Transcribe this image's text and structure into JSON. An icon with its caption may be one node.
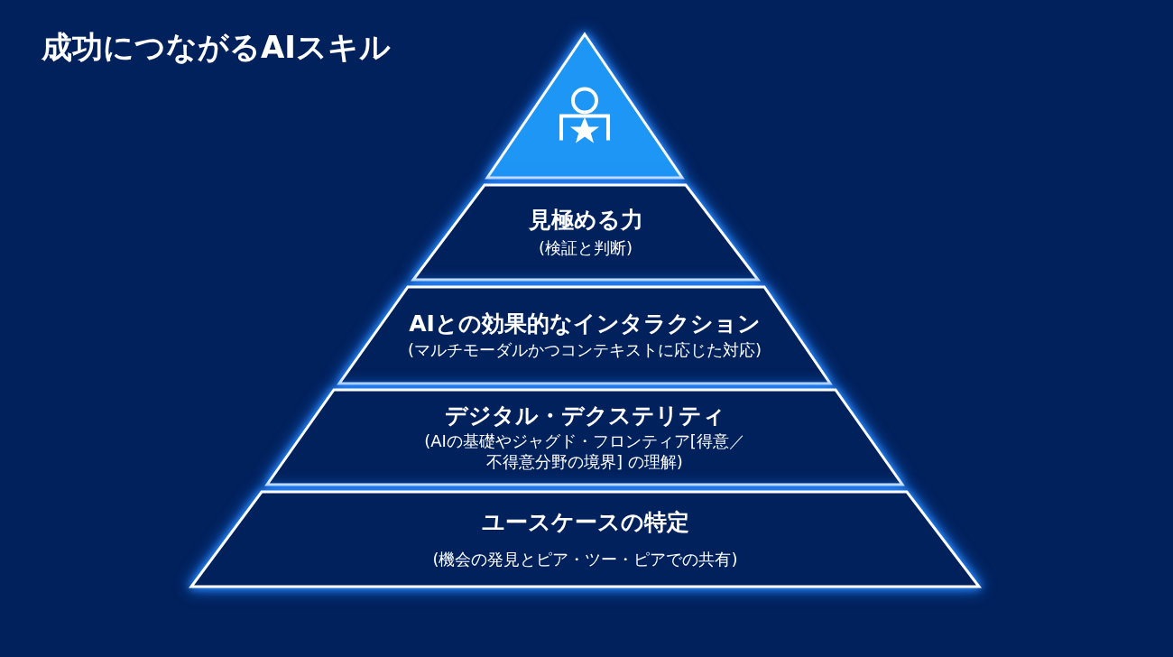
{
  "diagram": {
    "title": "成功につながるAIスキル",
    "nodes": [
      {
        "text": [],
        "shape": "triangle"
      },
      {
        "text": [
          "見極める力",
          "(検証と判断)"
        ]
      },
      {
        "text": [
          "AIとの効果的なインタラクション",
          "(マルチモーダルかつコンテキストに応じた対応)"
        ]
      },
      {
        "text": [
          "デジタル・デクステリティ",
          "(AIの基礎やジャグド・フロンティア[得意／不得意分野の境界] の理解)"
        ]
      },
      {
        "text": [
          "ユースケースの特定",
          "(機会の発見とピア・ツー・ピアでの共有)"
        ]
      }
    ]
  }
}
